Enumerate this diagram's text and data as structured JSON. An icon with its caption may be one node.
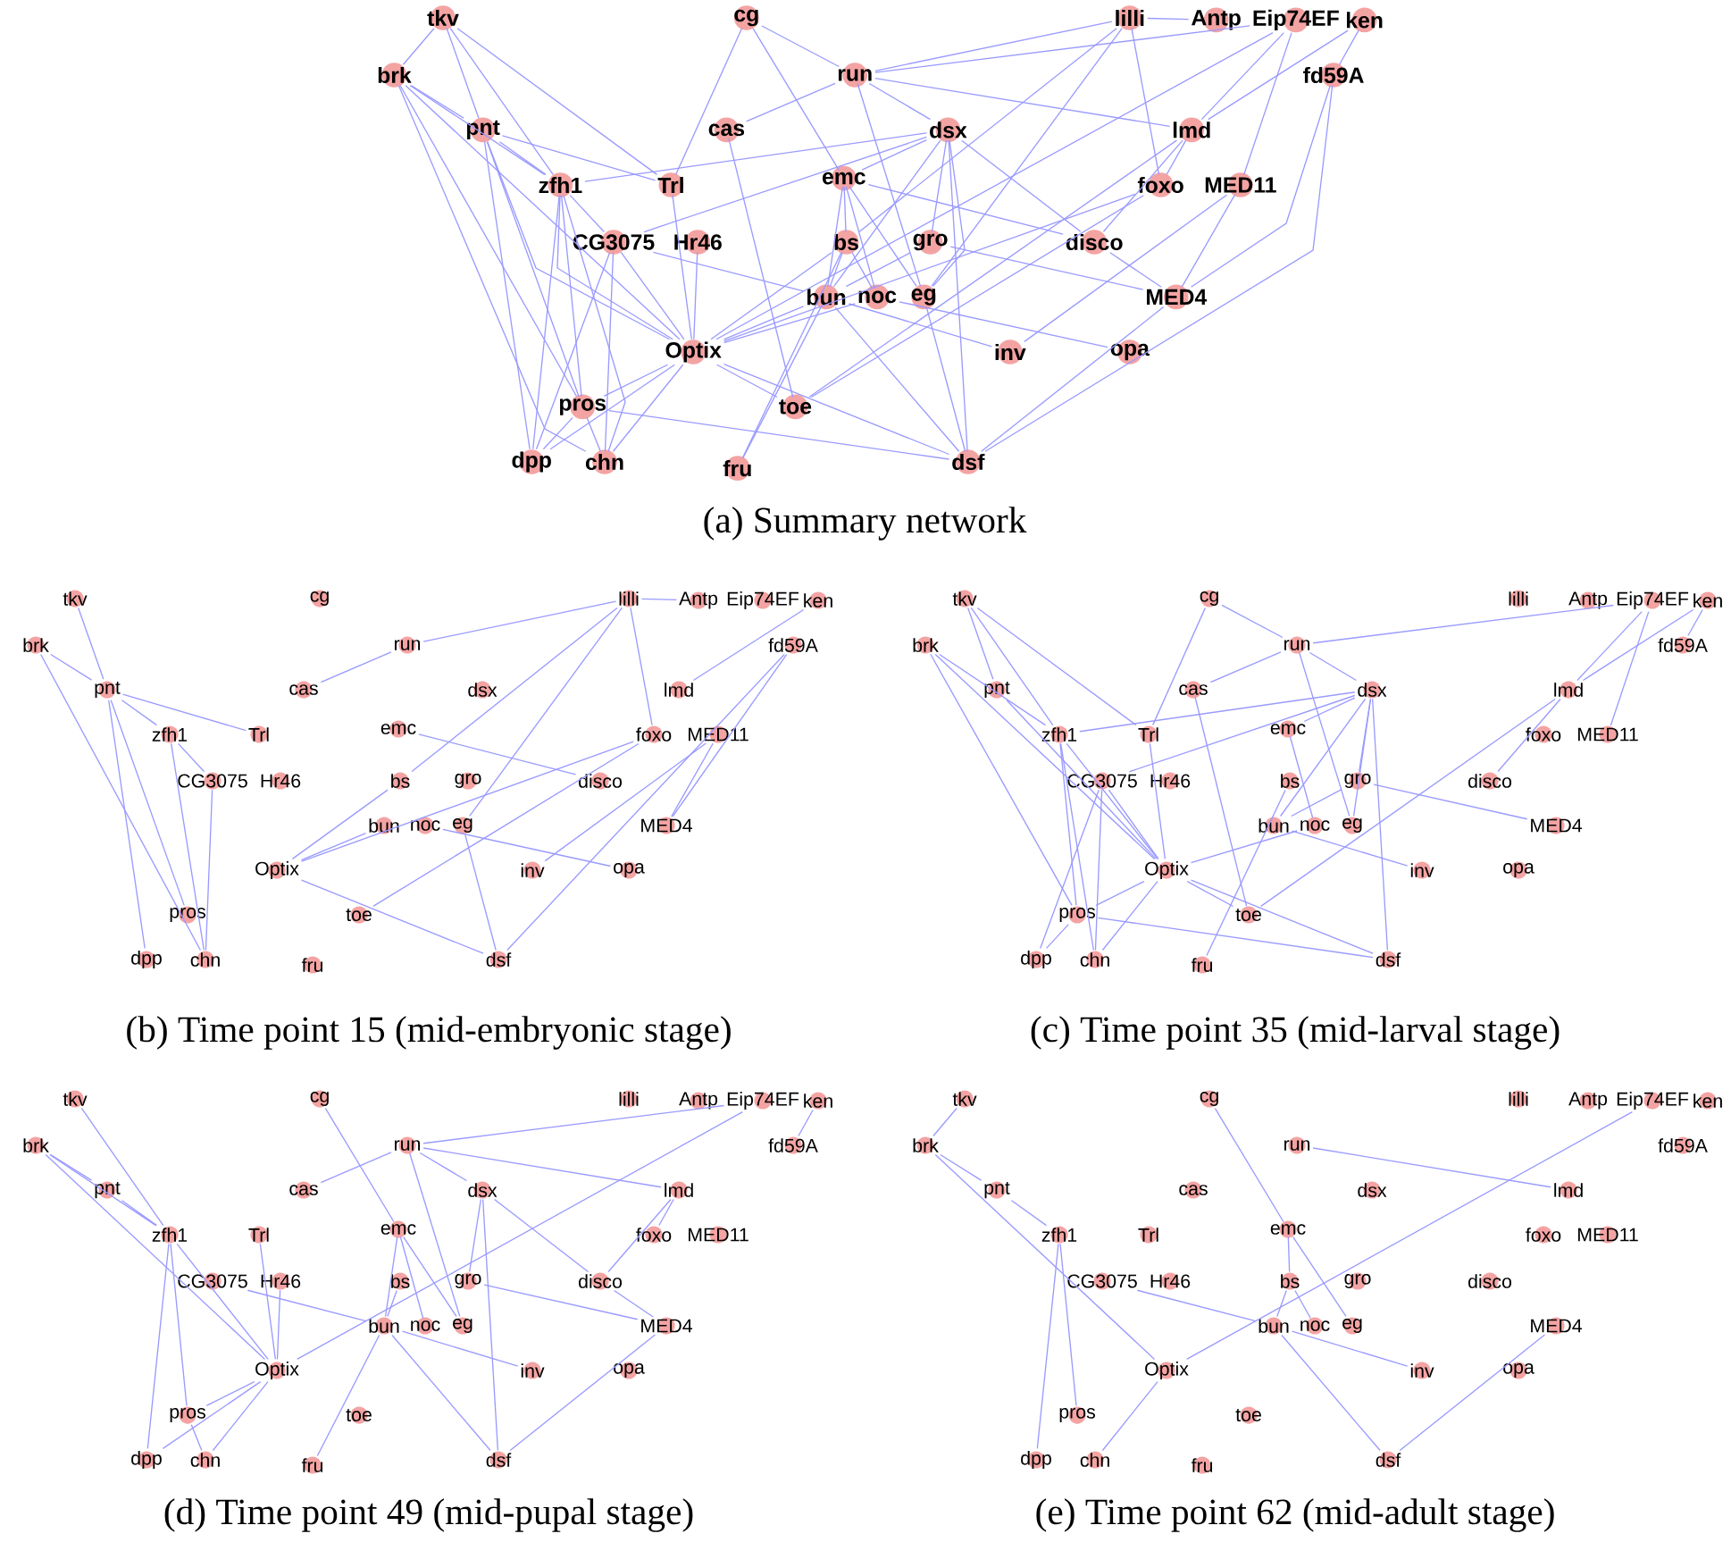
{
  "diagram": {
    "nodes": [
      {
        "text": [
          "tkv"
        ]
      },
      {
        "text": [
          "cg"
        ]
      },
      {
        "text": [
          "lilli"
        ]
      },
      {
        "text": [
          "Antp"
        ]
      },
      {
        "text": [
          "Eip74EF"
        ]
      },
      {
        "text": [
          "ken"
        ]
      },
      {
        "text": [
          "brk"
        ]
      },
      {
        "text": [
          "run"
        ]
      },
      {
        "text": [
          "fd59A"
        ]
      },
      {
        "text": [
          "pnt"
        ]
      },
      {
        "text": [
          "cas"
        ]
      },
      {
        "text": [
          "dsx"
        ]
      },
      {
        "text": [
          "lmd"
        ]
      },
      {
        "text": [
          "zfh1"
        ]
      },
      {
        "text": [
          "Trl"
        ]
      },
      {
        "text": [
          "emc"
        ]
      },
      {
        "text": [
          "foxo"
        ]
      },
      {
        "text": [
          "MED11"
        ]
      },
      {
        "text": [
          "CG3075"
        ]
      },
      {
        "text": [
          "Hr46"
        ]
      },
      {
        "text": [
          "bs"
        ]
      },
      {
        "text": [
          "gro"
        ]
      },
      {
        "text": [
          "disco"
        ]
      },
      {
        "text": [
          "bun"
        ]
      },
      {
        "text": [
          "noc"
        ]
      },
      {
        "text": [
          "eg"
        ]
      },
      {
        "text": [
          "MED4"
        ]
      },
      {
        "text": [
          "Optix"
        ]
      },
      {
        "text": [
          "inv"
        ]
      },
      {
        "text": [
          "opa"
        ]
      },
      {
        "text": [
          "pros"
        ]
      },
      {
        "text": [
          "toe"
        ]
      },
      {
        "text": [
          "dpp"
        ]
      },
      {
        "text": [
          "chn"
        ]
      },
      {
        "text": [
          "fru"
        ]
      },
      {
        "text": [
          "dsf"
        ]
      },
      {
        "text": [
          "tkv"
        ]
      },
      {
        "text": [
          "cg"
        ]
      },
      {
        "text": [
          "lilli"
        ]
      },
      {
        "text": [
          "Antp"
        ]
      },
      {
        "text": [
          "Eip74EF"
        ]
      },
      {
        "text": [
          "ken"
        ]
      },
      {
        "text": [
          "brk"
        ]
      },
      {
        "text": [
          "run"
        ]
      },
      {
        "text": [
          "fd59A"
        ]
      },
      {
        "text": [
          "pnt"
        ]
      },
      {
        "text": [
          "cas"
        ]
      },
      {
        "text": [
          "dsx"
        ]
      },
      {
        "text": [
          "lmd"
        ]
      },
      {
        "text": [
          "zfh1"
        ]
      },
      {
        "text": [
          "Trl"
        ]
      },
      {
        "text": [
          "emc"
        ]
      },
      {
        "text": [
          "foxo"
        ]
      },
      {
        "text": [
          "MED11"
        ]
      },
      {
        "text": [
          "CG3075"
        ]
      },
      {
        "text": [
          "Hr46"
        ]
      },
      {
        "text": [
          "bs"
        ]
      },
      {
        "text": [
          "gro"
        ]
      },
      {
        "text": [
          "disco"
        ]
      },
      {
        "text": [
          "bun"
        ]
      },
      {
        "text": [
          "noc"
        ]
      },
      {
        "text": [
          "eg"
        ]
      },
      {
        "text": [
          "MED4"
        ]
      },
      {
        "text": [
          "Optix"
        ]
      },
      {
        "text": [
          "inv"
        ]
      },
      {
        "text": [
          "opa"
        ]
      },
      {
        "text": [
          "pros"
        ]
      },
      {
        "text": [
          "toe"
        ]
      },
      {
        "text": [
          "dpp"
        ]
      },
      {
        "text": [
          "chn"
        ]
      },
      {
        "text": [
          "fru"
        ]
      },
      {
        "text": [
          "dsf"
        ]
      },
      {
        "text": [
          "tkv"
        ]
      },
      {
        "text": [
          "cg"
        ]
      },
      {
        "text": [
          "lilli"
        ]
      },
      {
        "text": [
          "Antp"
        ]
      },
      {
        "text": [
          "Eip74EF"
        ]
      },
      {
        "text": [
          "ken"
        ]
      },
      {
        "text": [
          "brk"
        ]
      },
      {
        "text": [
          "run"
        ]
      },
      {
        "text": [
          "fd59A"
        ]
      },
      {
        "text": [
          "pnt"
        ]
      },
      {
        "text": [
          "cas"
        ]
      },
      {
        "text": [
          "dsx"
        ]
      },
      {
        "text": [
          "lmd"
        ]
      },
      {
        "text": [
          "zfh1"
        ]
      },
      {
        "text": [
          "Trl"
        ]
      },
      {
        "text": [
          "emc"
        ]
      },
      {
        "text": [
          "foxo"
        ]
      },
      {
        "text": [
          "MED11"
        ]
      },
      {
        "text": [
          "CG3075"
        ]
      },
      {
        "text": [
          "Hr46"
        ]
      },
      {
        "text": [
          "bs"
        ]
      },
      {
        "text": [
          "gro"
        ]
      },
      {
        "text": [
          "disco"
        ]
      },
      {
        "text": [
          "bun"
        ]
      },
      {
        "text": [
          "noc"
        ]
      },
      {
        "text": [
          "eg"
        ]
      },
      {
        "text": [
          "MED4"
        ]
      },
      {
        "text": [
          "Optix"
        ]
      },
      {
        "text": [
          "inv"
        ]
      },
      {
        "text": [
          "opa"
        ]
      },
      {
        "text": [
          "pros"
        ]
      },
      {
        "text": [
          "toe"
        ]
      },
      {
        "text": [
          "dpp"
        ]
      },
      {
        "text": [
          "chn"
        ]
      },
      {
        "text": [
          "fru"
        ]
      },
      {
        "text": [
          "dsf"
        ]
      },
      {
        "text": [
          "tkv"
        ]
      },
      {
        "text": [
          "cg"
        ]
      },
      {
        "text": [
          "lilli"
        ]
      },
      {
        "text": [
          "Antp"
        ]
      },
      {
        "text": [
          "Eip74EF"
        ]
      },
      {
        "text": [
          "ken"
        ]
      },
      {
        "text": [
          "brk"
        ]
      },
      {
        "text": [
          "run"
        ]
      },
      {
        "text": [
          "fd59A"
        ]
      },
      {
        "text": [
          "pnt"
        ]
      },
      {
        "text": [
          "cas"
        ]
      },
      {
        "text": [
          "dsx"
        ]
      },
      {
        "text": [
          "lmd"
        ]
      },
      {
        "text": [
          "zfh1"
        ]
      },
      {
        "text": [
          "Trl"
        ]
      },
      {
        "text": [
          "emc"
        ]
      },
      {
        "text": [
          "foxo"
        ]
      },
      {
        "text": [
          "MED11"
        ]
      },
      {
        "text": [
          "CG3075"
        ]
      },
      {
        "text": [
          "Hr46"
        ]
      },
      {
        "text": [
          "bs"
        ]
      },
      {
        "text": [
          "gro"
        ]
      },
      {
        "text": [
          "disco"
        ]
      },
      {
        "text": [
          "bun"
        ]
      },
      {
        "text": [
          "noc"
        ]
      },
      {
        "text": [
          "eg"
        ]
      },
      {
        "text": [
          "MED4"
        ]
      },
      {
        "text": [
          "Optix"
        ]
      },
      {
        "text": [
          "inv"
        ]
      },
      {
        "text": [
          "opa"
        ]
      },
      {
        "text": [
          "pros"
        ]
      },
      {
        "text": [
          "toe"
        ]
      },
      {
        "text": [
          "dpp"
        ]
      },
      {
        "text": [
          "chn"
        ]
      },
      {
        "text": [
          "fru"
        ]
      },
      {
        "text": [
          "dsf"
        ]
      },
      {
        "text": [
          "tkv"
        ]
      },
      {
        "text": [
          "cg"
        ]
      },
      {
        "text": [
          "lilli"
        ]
      },
      {
        "text": [
          "Antp"
        ]
      },
      {
        "text": [
          "Eip74EF"
        ]
      },
      {
        "text": [
          "ken"
        ]
      },
      {
        "text": [
          "brk"
        ]
      },
      {
        "text": [
          "run"
        ]
      },
      {
        "text": [
          "fd59A"
        ]
      },
      {
        "text": [
          "pnt"
        ]
      },
      {
        "text": [
          "cas"
        ]
      },
      {
        "text": [
          "dsx"
        ]
      },
      {
        "text": [
          "lmd"
        ]
      },
      {
        "text": [
          "zfh1"
        ]
      },
      {
        "text": [
          "Trl"
        ]
      },
      {
        "text": [
          "emc"
        ]
      },
      {
        "text": [
          "foxo"
        ]
      },
      {
        "text": [
          "MED11"
        ]
      },
      {
        "text": [
          "CG3075"
        ]
      },
      {
        "text": [
          "Hr46"
        ]
      },
      {
        "text": [
          "bs"
        ]
      },
      {
        "text": [
          "gro"
        ]
      },
      {
        "text": [
          "disco"
        ]
      },
      {
        "text": [
          "bun"
        ]
      },
      {
        "text": [
          "noc"
        ]
      },
      {
        "text": [
          "eg"
        ]
      },
      {
        "text": [
          "MED4"
        ]
      },
      {
        "text": [
          "Optix"
        ]
      },
      {
        "text": [
          "inv"
        ]
      },
      {
        "text": [
          "opa"
        ]
      },
      {
        "text": [
          "pros"
        ]
      },
      {
        "text": [
          "toe"
        ]
      },
      {
        "text": [
          "dpp"
        ]
      },
      {
        "text": [
          "chn"
        ]
      },
      {
        "text": [
          "fru"
        ]
      },
      {
        "text": [
          "dsf"
        ]
      }
    ],
    "edges": [
      {
        "from": 0,
        "to": 9,
        "arrow": "none"
      },
      {
        "from": 6,
        "to": 9,
        "arrow": "none"
      },
      {
        "from": 6,
        "to": 33,
        "arrow": "none"
      },
      {
        "from": 9,
        "to": 14,
        "arrow": "none"
      },
      {
        "from": 9,
        "to": 13,
        "arrow": "none"
      },
      {
        "from": 9,
        "to": 32,
        "arrow": "none"
      },
      {
        "from": 9,
        "to": 30,
        "arrow": "none"
      },
      {
        "from": 13,
        "to": 18,
        "arrow": "none"
      },
      {
        "from": 13,
        "to": 33,
        "arrow": "none"
      },
      {
        "from": 18,
        "to": 33,
        "arrow": "none"
      },
      {
        "from": 2,
        "to": 7,
        "arrow": "none"
      },
      {
        "from": 7,
        "to": 10,
        "arrow": "none"
      },
      {
        "from": 2,
        "to": 3,
        "arrow": "none"
      },
      {
        "from": 2,
        "to": 20,
        "arrow": "none"
      },
      {
        "from": 2,
        "to": 25,
        "arrow": "none"
      },
      {
        "from": 2,
        "to": 16,
        "arrow": "none"
      },
      {
        "from": 5,
        "to": 12,
        "arrow": "none"
      },
      {
        "from": 16,
        "to": 31,
        "arrow": "none"
      },
      {
        "from": 15,
        "to": 22,
        "arrow": "none"
      },
      {
        "from": 8,
        "to": 26,
        "arrow": "none"
      },
      {
        "from": 8,
        "to": 35,
        "arrow": "none"
      },
      {
        "from": 17,
        "to": 26,
        "arrow": "none"
      },
      {
        "from": 17,
        "to": 28,
        "arrow": "none"
      },
      {
        "from": 20,
        "to": 27,
        "arrow": "none"
      },
      {
        "from": 23,
        "to": 27,
        "arrow": "none"
      },
      {
        "from": 27,
        "to": 35,
        "arrow": "none"
      },
      {
        "from": 16,
        "to": 27,
        "arrow": "none"
      },
      {
        "from": 24,
        "to": 29,
        "arrow": "none"
      },
      {
        "from": 25,
        "to": 35,
        "arrow": "none"
      },
      {
        "from": 0,
        "to": 13,
        "arrow": "none"
      },
      {
        "from": 0,
        "to": 14,
        "arrow": "none"
      },
      {
        "from": 6,
        "to": 30,
        "arrow": "none"
      },
      {
        "from": 6,
        "to": 13,
        "arrow": "none"
      },
      {
        "from": 6,
        "to": 27,
        "arrow": "none"
      },
      {
        "from": 9,
        "to": 27,
        "arrow": "none"
      },
      {
        "from": 11,
        "to": 13,
        "arrow": "none"
      },
      {
        "from": 13,
        "to": 30,
        "arrow": "none"
      },
      {
        "from": 13,
        "to": 27,
        "arrow": "none"
      },
      {
        "from": 11,
        "to": 18,
        "arrow": "none"
      },
      {
        "from": 18,
        "to": 27,
        "arrow": "none"
      },
      {
        "from": 18,
        "to": 32,
        "arrow": "none"
      },
      {
        "from": 1,
        "to": 7,
        "arrow": "none"
      },
      {
        "from": 1,
        "to": 14,
        "arrow": "none"
      },
      {
        "from": 14,
        "to": 27,
        "arrow": "none"
      },
      {
        "from": 7,
        "to": 11,
        "arrow": "none"
      },
      {
        "from": 7,
        "to": 25,
        "arrow": "none"
      },
      {
        "from": 4,
        "to": 7,
        "arrow": "none"
      },
      {
        "from": 10,
        "to": 31,
        "arrow": "none"
      },
      {
        "from": 11,
        "to": 15,
        "arrow": "none"
      },
      {
        "from": 11,
        "to": 23,
        "arrow": "none"
      },
      {
        "from": 11,
        "to": 21,
        "arrow": "none"
      },
      {
        "from": 11,
        "to": 25,
        "arrow": "none"
      },
      {
        "from": 11,
        "to": 35,
        "arrow": "none"
      },
      {
        "from": 15,
        "to": 24,
        "arrow": "none"
      },
      {
        "from": 20,
        "to": 34,
        "arrow": "none"
      },
      {
        "from": 21,
        "to": 26,
        "arrow": "none"
      },
      {
        "from": 21,
        "to": 23,
        "arrow": "none"
      },
      {
        "from": 23,
        "to": 28,
        "arrow": "none"
      },
      {
        "from": 24,
        "to": 27,
        "arrow": "none"
      },
      {
        "from": 27,
        "to": 30,
        "arrow": "none"
      },
      {
        "from": 27,
        "to": 33,
        "arrow": "none"
      },
      {
        "from": 27,
        "to": 31,
        "arrow": "none"
      },
      {
        "from": 30,
        "to": 32,
        "arrow": "none"
      },
      {
        "from": 30,
        "to": 35,
        "arrow": "none"
      },
      {
        "from": 12,
        "to": 31,
        "arrow": "none"
      },
      {
        "from": 4,
        "to": 12,
        "arrow": "none"
      },
      {
        "from": 4,
        "to": 17,
        "arrow": "none"
      },
      {
        "from": 5,
        "to": 8,
        "arrow": "none"
      },
      {
        "from": 12,
        "to": 22,
        "arrow": "none"
      },
      {
        "from": 13,
        "to": 32,
        "arrow": "none"
      },
      {
        "from": 18,
        "to": 23,
        "arrow": "none"
      },
      {
        "from": 19,
        "to": 27,
        "arrow": "none"
      },
      {
        "from": 1,
        "to": 15,
        "arrow": "none"
      },
      {
        "from": 7,
        "to": 12,
        "arrow": "none"
      },
      {
        "from": 11,
        "to": 22,
        "arrow": "none"
      },
      {
        "from": 15,
        "to": 23,
        "arrow": "none"
      },
      {
        "from": 15,
        "to": 25,
        "arrow": "none"
      },
      {
        "from": 20,
        "to": 23,
        "arrow": "none"
      },
      {
        "from": 22,
        "to": 26,
        "arrow": "none"
      },
      {
        "from": 12,
        "to": 16,
        "arrow": "none"
      },
      {
        "from": 23,
        "to": 34,
        "arrow": "none"
      },
      {
        "from": 23,
        "to": 35,
        "arrow": "none"
      },
      {
        "from": 4,
        "to": 27,
        "arrow": "none"
      },
      {
        "from": 27,
        "to": 32,
        "arrow": "none"
      },
      {
        "from": 30,
        "to": 33,
        "arrow": "none"
      },
      {
        "from": 26,
        "to": 35,
        "arrow": "none"
      },
      {
        "from": 0,
        "to": 6,
        "arrow": "none"
      },
      {
        "from": 15,
        "to": 20,
        "arrow": "none"
      },
      {
        "from": 20,
        "to": 24,
        "arrow": "none"
      },
      {
        "from": 36,
        "to": 45,
        "arrow": "none"
      },
      {
        "from": 42,
        "to": 45,
        "arrow": "none"
      },
      {
        "from": 42,
        "to": 69,
        "arrow": "none"
      },
      {
        "from": 45,
        "to": 50,
        "arrow": "none"
      },
      {
        "from": 45,
        "to": 49,
        "arrow": "none"
      },
      {
        "from": 45,
        "to": 68,
        "arrow": "none"
      },
      {
        "from": 45,
        "to": 66,
        "arrow": "none"
      },
      {
        "from": 49,
        "to": 54,
        "arrow": "none"
      },
      {
        "from": 49,
        "to": 69,
        "arrow": "none"
      },
      {
        "from": 54,
        "to": 69,
        "arrow": "none"
      },
      {
        "from": 43,
        "to": 38,
        "arrow": "none"
      },
      {
        "from": 43,
        "to": 46,
        "arrow": "none"
      },
      {
        "from": 38,
        "to": 39,
        "arrow": "none"
      },
      {
        "from": 38,
        "to": 56,
        "arrow": "none"
      },
      {
        "from": 38,
        "to": 61,
        "arrow": "none"
      },
      {
        "from": 38,
        "to": 52,
        "arrow": "none"
      },
      {
        "from": 41,
        "to": 48,
        "arrow": "none"
      },
      {
        "from": 52,
        "to": 67,
        "arrow": "none"
      },
      {
        "from": 51,
        "to": 58,
        "arrow": "none"
      },
      {
        "from": 44,
        "to": 62,
        "arrow": "none"
      },
      {
        "from": 44,
        "to": 71,
        "arrow": "none"
      },
      {
        "from": 53,
        "to": 62,
        "arrow": "none"
      },
      {
        "from": 53,
        "to": 64,
        "arrow": "none"
      },
      {
        "from": 63,
        "to": 56,
        "arrow": "none"
      },
      {
        "from": 63,
        "to": 59,
        "arrow": "none"
      },
      {
        "from": 63,
        "to": 71,
        "arrow": "none"
      },
      {
        "from": 63,
        "to": 52,
        "arrow": "none"
      },
      {
        "from": 60,
        "to": 65,
        "arrow": "none"
      },
      {
        "from": 61,
        "to": 71,
        "arrow": "none"
      },
      {
        "from": 72,
        "to": 81,
        "arrow": "none"
      },
      {
        "from": 72,
        "to": 85,
        "arrow": "none"
      },
      {
        "from": 72,
        "to": 86,
        "arrow": "none"
      },
      {
        "from": 78,
        "to": 102,
        "arrow": "none"
      },
      {
        "from": 78,
        "to": 85,
        "arrow": "none"
      },
      {
        "from": 78,
        "to": 99,
        "arrow": "none"
      },
      {
        "from": 81,
        "to": 99,
        "arrow": "none"
      },
      {
        "from": 85,
        "to": 83,
        "arrow": "none"
      },
      {
        "from": 85,
        "to": 102,
        "arrow": "none"
      },
      {
        "from": 85,
        "to": 105,
        "arrow": "none"
      },
      {
        "from": 85,
        "to": 99,
        "arrow": "none"
      },
      {
        "from": 90,
        "to": 83,
        "arrow": "none"
      },
      {
        "from": 90,
        "to": 99,
        "arrow": "none"
      },
      {
        "from": 90,
        "to": 104,
        "arrow": "none"
      },
      {
        "from": 90,
        "to": 105,
        "arrow": "none"
      },
      {
        "from": 73,
        "to": 79,
        "arrow": "none"
      },
      {
        "from": 73,
        "to": 86,
        "arrow": "none"
      },
      {
        "from": 86,
        "to": 99,
        "arrow": "none"
      },
      {
        "from": 79,
        "to": 82,
        "arrow": "none"
      },
      {
        "from": 79,
        "to": 83,
        "arrow": "none"
      },
      {
        "from": 79,
        "to": 97,
        "arrow": "none"
      },
      {
        "from": 79,
        "to": 76,
        "arrow": "none"
      },
      {
        "from": 82,
        "to": 103,
        "arrow": "none"
      },
      {
        "from": 83,
        "to": 87,
        "arrow": "none"
      },
      {
        "from": 83,
        "to": 95,
        "arrow": "none"
      },
      {
        "from": 83,
        "to": 93,
        "arrow": "none"
      },
      {
        "from": 83,
        "to": 97,
        "arrow": "none"
      },
      {
        "from": 83,
        "to": 107,
        "arrow": "none"
      },
      {
        "from": 87,
        "to": 96,
        "arrow": "none"
      },
      {
        "from": 92,
        "to": 106,
        "arrow": "none"
      },
      {
        "from": 93,
        "to": 98,
        "arrow": "none"
      },
      {
        "from": 93,
        "to": 95,
        "arrow": "none"
      },
      {
        "from": 95,
        "to": 100,
        "arrow": "none"
      },
      {
        "from": 96,
        "to": 99,
        "arrow": "none"
      },
      {
        "from": 99,
        "to": 102,
        "arrow": "none"
      },
      {
        "from": 99,
        "to": 105,
        "arrow": "none"
      },
      {
        "from": 99,
        "to": 103,
        "arrow": "none"
      },
      {
        "from": 99,
        "to": 107,
        "arrow": "none"
      },
      {
        "from": 102,
        "to": 104,
        "arrow": "none"
      },
      {
        "from": 102,
        "to": 107,
        "arrow": "none"
      },
      {
        "from": 103,
        "to": 84,
        "arrow": "none"
      },
      {
        "from": 76,
        "to": 84,
        "arrow": "none"
      },
      {
        "from": 76,
        "to": 89,
        "arrow": "none"
      },
      {
        "from": 77,
        "to": 84,
        "arrow": "none"
      },
      {
        "from": 77,
        "to": 80,
        "arrow": "none"
      },
      {
        "from": 84,
        "to": 94,
        "arrow": "none"
      },
      {
        "from": 108,
        "to": 121,
        "arrow": "none"
      },
      {
        "from": 114,
        "to": 117,
        "arrow": "none"
      },
      {
        "from": 114,
        "to": 121,
        "arrow": "none"
      },
      {
        "from": 114,
        "to": 135,
        "arrow": "none"
      },
      {
        "from": 117,
        "to": 121,
        "arrow": "none"
      },
      {
        "from": 121,
        "to": 135,
        "arrow": "none"
      },
      {
        "from": 121,
        "to": 140,
        "arrow": "none"
      },
      {
        "from": 121,
        "to": 138,
        "arrow": "none"
      },
      {
        "from": 126,
        "to": 131,
        "arrow": "none"
      },
      {
        "from": 122,
        "to": 135,
        "arrow": "none"
      },
      {
        "from": 127,
        "to": 135,
        "arrow": "none"
      },
      {
        "from": 109,
        "to": 123,
        "arrow": "none"
      },
      {
        "from": 115,
        "to": 118,
        "arrow": "none"
      },
      {
        "from": 115,
        "to": 112,
        "arrow": "none"
      },
      {
        "from": 115,
        "to": 133,
        "arrow": "none"
      },
      {
        "from": 115,
        "to": 119,
        "arrow": "none"
      },
      {
        "from": 115,
        "to": 120,
        "arrow": "none"
      },
      {
        "from": 119,
        "to": 130,
        "arrow": "none"
      },
      {
        "from": 119,
        "to": 129,
        "arrow": "none"
      },
      {
        "from": 119,
        "to": 143,
        "arrow": "none"
      },
      {
        "from": 123,
        "to": 131,
        "arrow": "none"
      },
      {
        "from": 123,
        "to": 132,
        "arrow": "none"
      },
      {
        "from": 123,
        "to": 133,
        "arrow": "none"
      },
      {
        "from": 128,
        "to": 131,
        "arrow": "none"
      },
      {
        "from": 129,
        "to": 134,
        "arrow": "none"
      },
      {
        "from": 130,
        "to": 134,
        "arrow": "none"
      },
      {
        "from": 120,
        "to": 124,
        "arrow": "none"
      },
      {
        "from": 120,
        "to": 130,
        "arrow": "none"
      },
      {
        "from": 131,
        "to": 142,
        "arrow": "none"
      },
      {
        "from": 131,
        "to": 136,
        "arrow": "none"
      },
      {
        "from": 131,
        "to": 143,
        "arrow": "none"
      },
      {
        "from": 135,
        "to": 112,
        "arrow": "none"
      },
      {
        "from": 135,
        "to": 138,
        "arrow": "none"
      },
      {
        "from": 135,
        "to": 140,
        "arrow": "none"
      },
      {
        "from": 135,
        "to": 141,
        "arrow": "none"
      },
      {
        "from": 138,
        "to": 141,
        "arrow": "none"
      },
      {
        "from": 134,
        "to": 143,
        "arrow": "none"
      },
      {
        "from": 113,
        "to": 116,
        "arrow": "none"
      },
      {
        "from": 144,
        "to": 150,
        "arrow": "none"
      },
      {
        "from": 150,
        "to": 153,
        "arrow": "none"
      },
      {
        "from": 153,
        "to": 157,
        "arrow": "none"
      },
      {
        "from": 150,
        "to": 171,
        "arrow": "none"
      },
      {
        "from": 157,
        "to": 176,
        "arrow": "none"
      },
      {
        "from": 157,
        "to": 174,
        "arrow": "none"
      },
      {
        "from": 145,
        "to": 159,
        "arrow": "none"
      },
      {
        "from": 159,
        "to": 164,
        "arrow": "none"
      },
      {
        "from": 159,
        "to": 169,
        "arrow": "none"
      },
      {
        "from": 164,
        "to": 167,
        "arrow": "none"
      },
      {
        "from": 164,
        "to": 168,
        "arrow": "none"
      },
      {
        "from": 151,
        "to": 156,
        "arrow": "none"
      },
      {
        "from": 148,
        "to": 171,
        "arrow": "none"
      },
      {
        "from": 162,
        "to": 167,
        "arrow": "none"
      },
      {
        "from": 167,
        "to": 172,
        "arrow": "none"
      },
      {
        "from": 167,
        "to": 179,
        "arrow": "none"
      },
      {
        "from": 170,
        "to": 179,
        "arrow": "none"
      },
      {
        "from": 171,
        "to": 177,
        "arrow": "none"
      }
    ],
    "labels": [
      "(a) Summary network",
      "(b) Time point 15 (mid-embryonic stage)",
      "(c) Time point 35 (mid-larval stage)",
      "(d) Time point 49 (mid-pupal stage)",
      "(e) Time point 62 (mid-adult stage)"
    ]
  }
}
